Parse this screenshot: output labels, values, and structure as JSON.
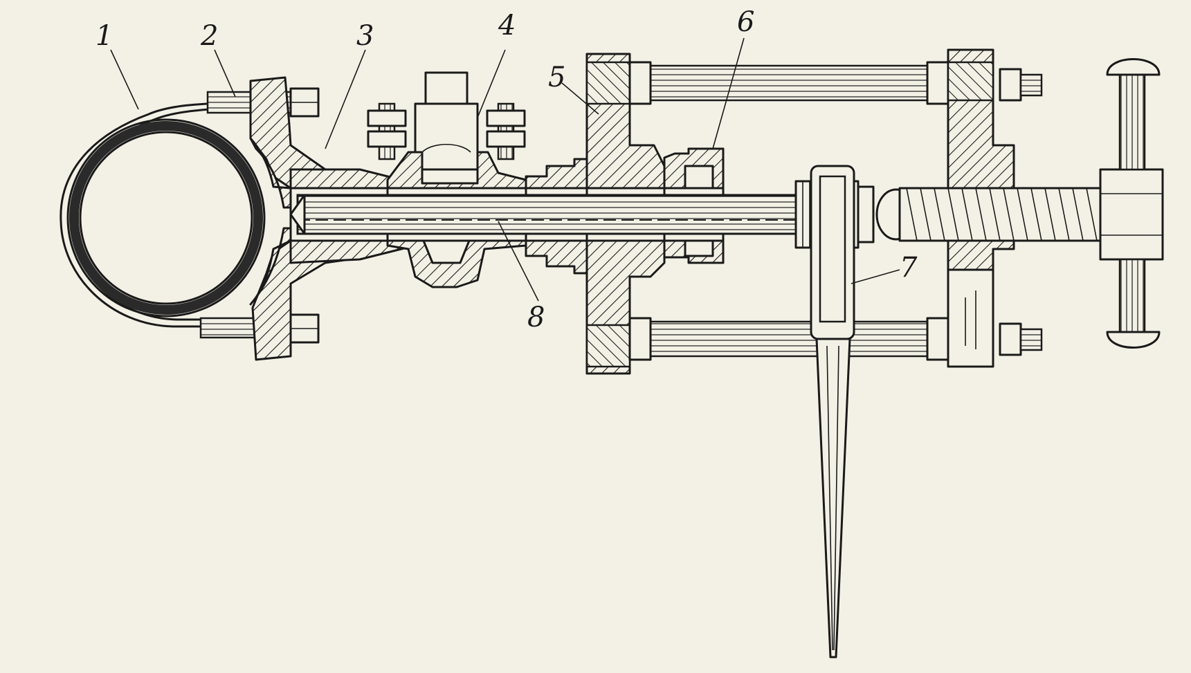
{
  "callouts": {
    "c1": "1",
    "c2": "2",
    "c3": "3",
    "c4": "4",
    "c5": "5",
    "c6": "6",
    "c7": "7",
    "c8": "8"
  },
  "colors": {
    "paper": "#f3f1e6",
    "ink": "#1a1a1a"
  }
}
